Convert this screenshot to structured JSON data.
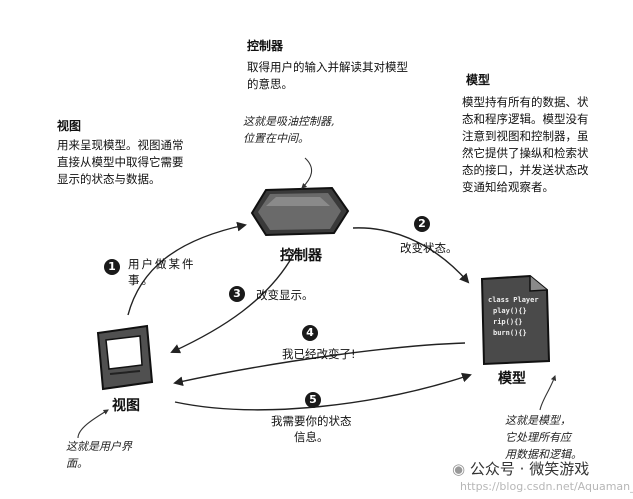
{
  "controller_section": {
    "title": "控制器",
    "desc": [
      "取得用户的输入并解读其对模型",
      "的意思。"
    ],
    "note": [
      "这就是吸油控制器,",
      "位置在中间。"
    ],
    "label": "控制器"
  },
  "view_section": {
    "title": "视图",
    "desc": [
      "用来呈现模型。视图通常",
      "直接从模型中取得它需要",
      "显示的状态与数据。"
    ],
    "label": "视图",
    "note": [
      "这就是用户界",
      "面。"
    ]
  },
  "model_section": {
    "title": "模型",
    "desc": [
      "模型持有所有的数据、状",
      "态和程序逻辑。模型没有",
      "注意到视图和控制器，虽",
      "然它提供了操纵和检索状",
      "态的接口，并发送状态改",
      "变通知给观察者。"
    ],
    "label": "模型",
    "code": [
      "class Player",
      "play(){}",
      "rip(){}",
      "burn(){}"
    ],
    "note": [
      "这就是模型，",
      "它处理所有应",
      "用数据和逻辑。"
    ]
  },
  "steps": [
    {
      "num": "1",
      "text": [
        "用户做某件",
        "事。"
      ]
    },
    {
      "num": "2",
      "text": [
        "改变状态。"
      ]
    },
    {
      "num": "3",
      "text": [
        "改变显示。"
      ]
    },
    {
      "num": "4",
      "text": [
        "我已经改变了!"
      ]
    },
    {
      "num": "5",
      "text": [
        "我需要你的状态",
        "信息。"
      ]
    }
  ],
  "watermark": {
    "wechat_prefix": "公众号",
    "wechat_dot": "·",
    "wechat_name": "微笑游戏",
    "url": "https://blog.csdn.net/Aquaman_"
  }
}
